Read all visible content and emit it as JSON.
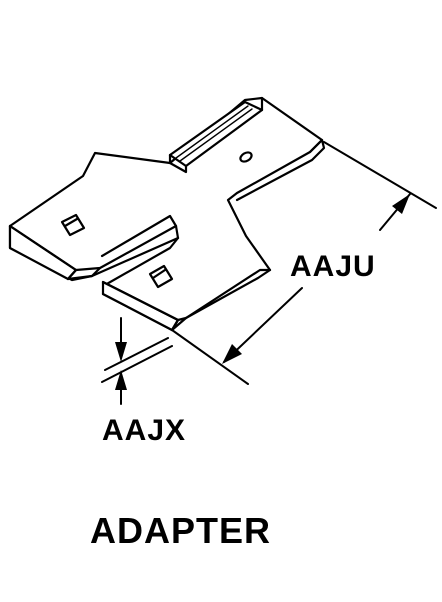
{
  "diagram": {
    "part_name": "ADAPTER",
    "dimensions": [
      {
        "label": "AAJU"
      },
      {
        "label": "AAJX"
      }
    ]
  },
  "colors": {
    "ink": "#000000",
    "paper": "#ffffff"
  }
}
